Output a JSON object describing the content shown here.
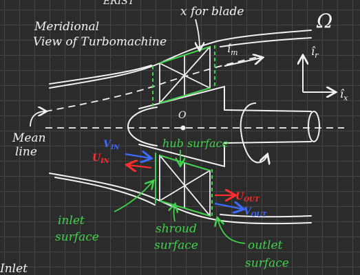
{
  "labels": {
    "top_cutoff": "ERIST",
    "x_for_blade": "x for blade",
    "meridional_line1": "Meridional",
    "meridional_line2": "View of Turbomachine",
    "omega": "Ω",
    "i_m": "î",
    "i_m_sub": "m",
    "i_r": "î",
    "i_r_sub": "r",
    "i_x": "î",
    "i_x_sub": "x",
    "mean_line1": "Mean",
    "mean_line2": "line",
    "origin_o": "O",
    "v_in": "V",
    "v_in_sub": "IN",
    "u_in": "U",
    "u_in_sub": "IN",
    "u_out": "U",
    "u_out_sub": "OUT",
    "v_out": "V",
    "v_out_sub": "OUT",
    "hub_surface": "hub surface",
    "inlet_surface_line1": "inlet",
    "inlet_surface_line2": "surface",
    "shroud_surface_line1": "shroud",
    "shroud_surface_line2": "surface",
    "outlet_surface_line1": "outlet",
    "outlet_surface_line2": "surface",
    "bottom_cutoff": "Inlet"
  },
  "colors": {
    "chalk": "#f2f2f2",
    "green": "#3fd24a",
    "red": "#ff2d2d",
    "blue": "#3d6bff",
    "board": "#2b2b2b",
    "grid": "#454545"
  }
}
